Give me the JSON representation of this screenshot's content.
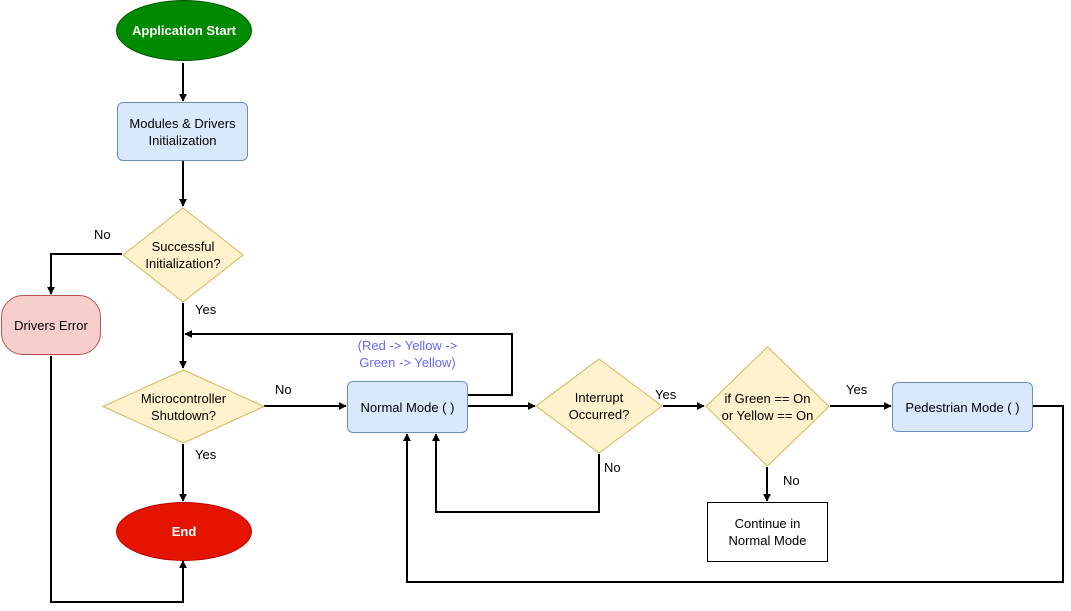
{
  "nodes": {
    "start": "Application Start",
    "init": "Modules & Drivers\nInitialization",
    "init_check": "Successful\nInitialization?",
    "drivers_error": "Drivers Error",
    "shutdown_check": "Microcontroller\nShutdown?",
    "end": "End",
    "normal_mode": "Normal Mode ( )",
    "interrupt_check": "Interrupt\nOccurred?",
    "light_check": "if Green == On\nor Yellow == On",
    "pedestrian_mode": "Pedestrian Mode ( )",
    "continue_normal": "Continue in\nNormal Mode"
  },
  "edge_labels": {
    "init_no": "No",
    "init_yes": "Yes",
    "shutdown_no": "No",
    "shutdown_yes": "Yes",
    "interrupt_yes": "Yes",
    "interrupt_no": "No",
    "light_yes": "Yes",
    "light_no": "No"
  },
  "annotations": {
    "normal_cycle": "(Red -> Yellow ->\nGreen -> Yellow)"
  },
  "colors": {
    "start_fill": "#008a00",
    "end_fill": "#e51400",
    "process_fill": "#dae8fc",
    "decision_fill": "#fff2cc",
    "error_fill": "#f8cecc",
    "annotation_text": "#6666ff"
  }
}
